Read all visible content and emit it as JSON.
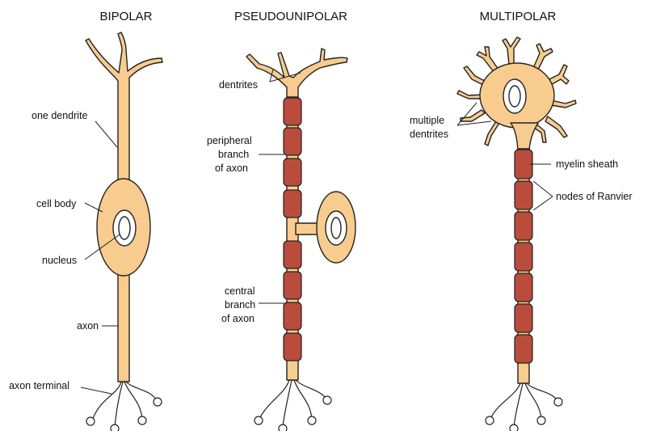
{
  "titles": {
    "bipolar": "BIPOLAR",
    "pseudounipolar": "PSEUDOUNIPOLAR",
    "multipolar": "MULTIPOLAR"
  },
  "labels": {
    "bipolar": {
      "one_dendrite": "one dendrite",
      "cell_body": "cell body",
      "nucleus": "nucleus",
      "axon": "axon",
      "axon_terminal": "axon terminal"
    },
    "pseudounipolar": {
      "dentrites": "dentrites",
      "peripheral_branch": [
        "peripheral",
        "branch",
        "of axon"
      ],
      "central_branch": [
        "central",
        "branch",
        "of axon"
      ]
    },
    "multipolar": {
      "multiple_dentrites": [
        "multiple",
        "dentrites"
      ],
      "myelin_sheath": "myelin sheath",
      "nodes_of_ranvier": "nodes of Ranvier"
    }
  },
  "colors": {
    "cytoplasm": "#f8cc8e",
    "myelin": "#b94c3d",
    "outline": "#222222"
  }
}
